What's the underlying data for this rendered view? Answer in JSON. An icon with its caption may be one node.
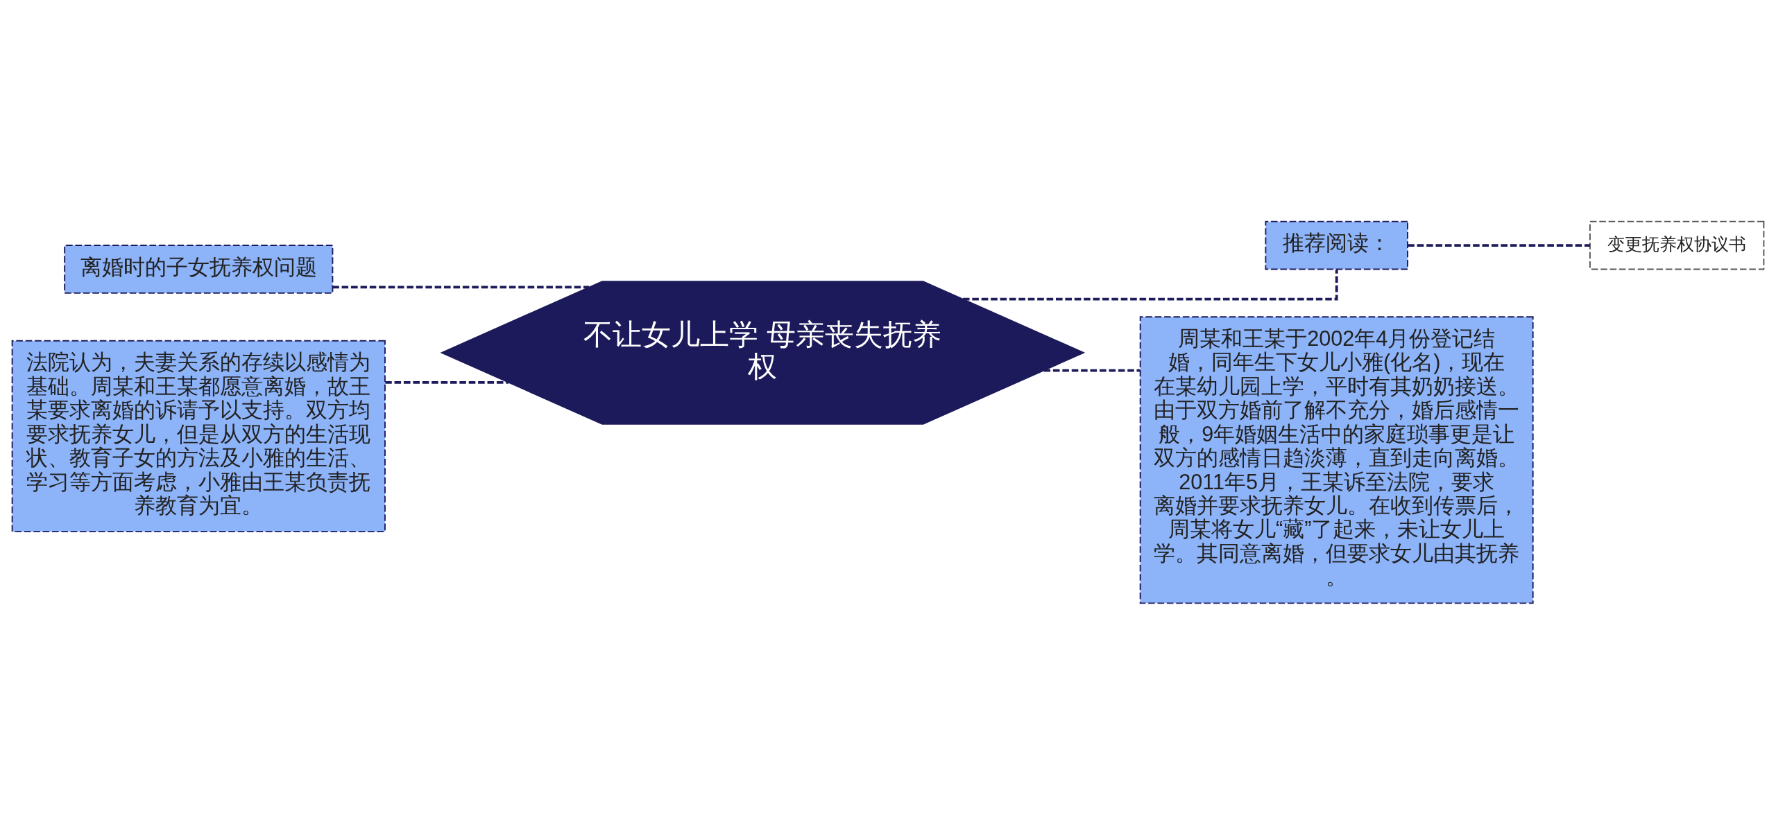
{
  "diagram": {
    "nodes": [
      {
        "text": [
          "不让女儿上学 母亲丧失抚养权"
        ]
      },
      {
        "text": [
          "离婚时的子女抚养权问题"
        ]
      },
      {
        "text": [
          "法院认为，夫妻关系的存续以感情为基础。周某和王某都愿意离婚，故王某要求离婚的诉请予以支持。双方均要求抚养女儿，但是从双方的生活现状、教育子女的方法及小雅的生活、学习等方面考虑，小雅由王某负责抚养教育为宜。"
        ]
      },
      {
        "text": [
          "推荐阅读："
        ]
      },
      {
        "text": [
          "变更抚养权协议书"
        ]
      },
      {
        "text": [
          "周某和王某于2002年4月份登记结婚，同年生下女儿小雅(化名)，现在在某幼儿园上学，平时有其奶奶接送。由于双方婚前了解不充分，婚后感情一般，9年婚姻生活中的家庭琐事更是让双方的感情日趋淡薄，直到走向离婚。2011年5月，王某诉至法院，要求离婚并要求抚养女儿。在收到传票后，周某将女儿“藏”了起来，未让女儿上学。其同意离婚，但要求女儿由其抚养。"
        ]
      }
    ],
    "edges": [
      {
        "from": 0,
        "to": 1,
        "arrow": "none",
        "style": "dashed"
      },
      {
        "from": 0,
        "to": 2,
        "arrow": "none",
        "style": "dashed"
      },
      {
        "from": 0,
        "to": 3,
        "arrow": "none",
        "style": "dashed"
      },
      {
        "from": 3,
        "to": 4,
        "arrow": "none",
        "style": "dashed"
      },
      {
        "from": 0,
        "to": 5,
        "arrow": "none",
        "style": "dashed"
      }
    ]
  }
}
